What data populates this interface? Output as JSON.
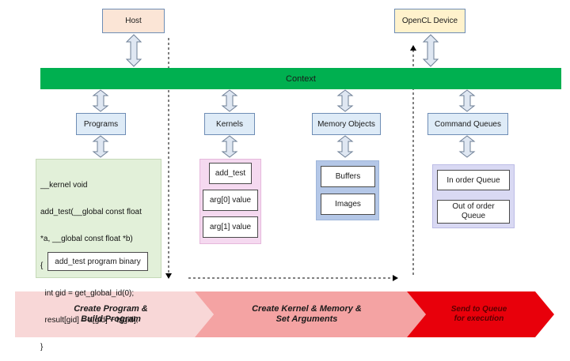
{
  "host": {
    "label": "Host"
  },
  "device": {
    "label": "OpenCL Device"
  },
  "context": {
    "label": "Context"
  },
  "programs": {
    "label": "Programs",
    "code_lines": [
      "__kernel void",
      "add_test(__global const float",
      "*a, __global const float *b)",
      "{",
      "  int gid = get_global_id(0);",
      "  result[gid] = a[gid] + b[gid];",
      "}"
    ],
    "binary_label": "add_test program binary"
  },
  "kernels": {
    "label": "Kernels",
    "items": [
      "add_test",
      "arg[0] value",
      "arg[1] value"
    ]
  },
  "memory_objects": {
    "label": "Memory Objects",
    "items": [
      "Buffers",
      "Images"
    ]
  },
  "command_queues": {
    "label": "Command Queues",
    "items": [
      "In order Queue",
      "Out of order Queue"
    ]
  },
  "steps": [
    {
      "line1": "Create Program &",
      "line2": "Build Program",
      "color": "#f8d7d7"
    },
    {
      "line1": "Create Kernel & Memory &",
      "line2": "Set Arguments",
      "color": "#f4a3a3"
    },
    {
      "line1": "Send to Queue",
      "line2": "for execution",
      "color": "#e8000b"
    }
  ],
  "colors": {
    "context": "#00b050",
    "host": "#fbe5d6",
    "device": "#fff2cc",
    "node": "#deebf7",
    "programs_panel": "#e2f0d9",
    "kernels_panel": "#f5d9f0",
    "memory_panel": "#b4c7e7",
    "queues_panel": "#d9d9f3"
  }
}
